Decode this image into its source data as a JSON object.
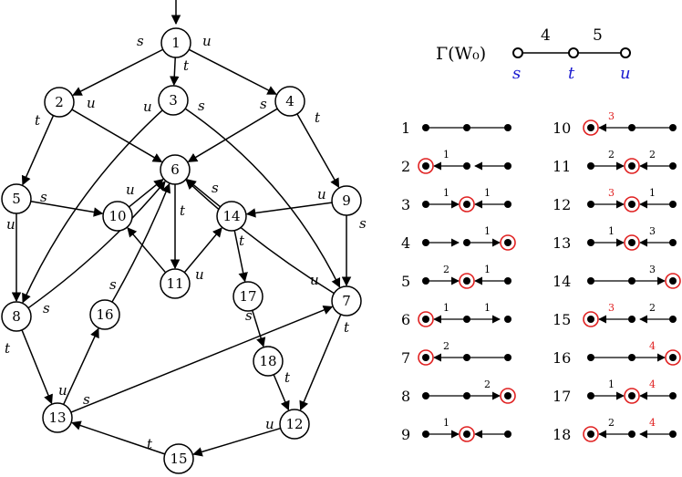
{
  "graph": {
    "nodes": [
      {
        "id": "1",
        "label": "1"
      },
      {
        "id": "2",
        "label": "2"
      },
      {
        "id": "3",
        "label": "3"
      },
      {
        "id": "4",
        "label": "4"
      },
      {
        "id": "5",
        "label": "5"
      },
      {
        "id": "6",
        "label": "6"
      },
      {
        "id": "7",
        "label": "7"
      },
      {
        "id": "8",
        "label": "8"
      },
      {
        "id": "9",
        "label": "9"
      },
      {
        "id": "10",
        "label": "10"
      },
      {
        "id": "11",
        "label": "11"
      },
      {
        "id": "12",
        "label": "12"
      },
      {
        "id": "13",
        "label": "13"
      },
      {
        "id": "14",
        "label": "14"
      },
      {
        "id": "15",
        "label": "15"
      },
      {
        "id": "16",
        "label": "16"
      },
      {
        "id": "17",
        "label": "17"
      },
      {
        "id": "18",
        "label": "18"
      }
    ],
    "edges": [
      {
        "from": "1",
        "to": "2",
        "label": "s"
      },
      {
        "from": "1",
        "to": "3",
        "label": "t"
      },
      {
        "from": "1",
        "to": "4",
        "label": "u"
      },
      {
        "from": "2",
        "to": "5",
        "label": "t"
      },
      {
        "from": "2",
        "to": "6",
        "label": "u"
      },
      {
        "from": "3",
        "to": "8",
        "label": "u"
      },
      {
        "from": "3",
        "to": "7",
        "label": "s"
      },
      {
        "from": "4",
        "to": "6",
        "label": "s"
      },
      {
        "from": "4",
        "to": "9",
        "label": "t"
      },
      {
        "from": "5",
        "to": "10",
        "label": "s"
      },
      {
        "from": "5",
        "to": "8",
        "label": "u"
      },
      {
        "from": "10",
        "to": "6",
        "label": "u"
      },
      {
        "from": "9",
        "to": "14",
        "label": "u"
      },
      {
        "from": "9",
        "to": "7",
        "label": "s"
      },
      {
        "from": "14",
        "to": "6",
        "label": "s"
      },
      {
        "from": "14",
        "to": "17",
        "label": "t"
      },
      {
        "from": "6",
        "to": "11",
        "label": "t"
      },
      {
        "from": "11",
        "to": "10",
        "label": ""
      },
      {
        "from": "11",
        "to": "14",
        "label": "u"
      },
      {
        "from": "16",
        "to": "6",
        "label": "s"
      },
      {
        "from": "8",
        "to": "6",
        "label": "s"
      },
      {
        "from": "8",
        "to": "13",
        "label": "t"
      },
      {
        "from": "13",
        "to": "16",
        "label": "u"
      },
      {
        "from": "13",
        "to": "7",
        "label": "s"
      },
      {
        "from": "7",
        "to": "6",
        "label": "u"
      },
      {
        "from": "7",
        "to": "12",
        "label": "t"
      },
      {
        "from": "17",
        "to": "18",
        "label": "s"
      },
      {
        "from": "18",
        "to": "12",
        "label": "t"
      },
      {
        "from": "12",
        "to": "15",
        "label": "u"
      },
      {
        "from": "15",
        "to": "13",
        "label": "t"
      }
    ]
  },
  "coxeter": {
    "title": "Γ(W₀)",
    "edge_labels": [
      "4",
      "5"
    ],
    "vertices": [
      "s",
      "t",
      "u"
    ]
  },
  "rows": [
    {
      "n": "1",
      "l1": "",
      "l1red": false,
      "l2": "",
      "l2red": false
    },
    {
      "n": "2",
      "l1": "1",
      "l1red": false,
      "l2": "",
      "l2red": false
    },
    {
      "n": "3",
      "l1": "1",
      "l1red": false,
      "l2": "1",
      "l2red": false
    },
    {
      "n": "4",
      "l1": "",
      "l1red": false,
      "l2": "1",
      "l2red": false
    },
    {
      "n": "5",
      "l1": "2",
      "l1red": false,
      "l2": "1",
      "l2red": false
    },
    {
      "n": "6",
      "l1": "1",
      "l1red": false,
      "l2": "1",
      "l2red": false
    },
    {
      "n": "7",
      "l1": "2",
      "l1red": false,
      "l2": "",
      "l2red": false
    },
    {
      "n": "8",
      "l1": "",
      "l1red": false,
      "l2": "2",
      "l2red": false
    },
    {
      "n": "9",
      "l1": "1",
      "l1red": false,
      "l2": "",
      "l2red": false
    },
    {
      "n": "10",
      "l1": "3",
      "l1red": true,
      "l2": "",
      "l2red": false
    },
    {
      "n": "11",
      "l1": "2",
      "l1red": false,
      "l2": "2",
      "l2red": false
    },
    {
      "n": "12",
      "l1": "3",
      "l1red": true,
      "l2": "1",
      "l2red": false
    },
    {
      "n": "13",
      "l1": "1",
      "l1red": false,
      "l2": "3",
      "l2red": false
    },
    {
      "n": "14",
      "l1": "",
      "l1red": false,
      "l2": "3",
      "l2red": false
    },
    {
      "n": "15",
      "l1": "3",
      "l1red": true,
      "l2": "2",
      "l2red": false
    },
    {
      "n": "16",
      "l1": "",
      "l1red": false,
      "l2": "4",
      "l2red": true
    },
    {
      "n": "17",
      "l1": "1",
      "l1red": false,
      "l2": "4",
      "l2red": true
    },
    {
      "n": "18",
      "l1": "2",
      "l1red": false,
      "l2": "4",
      "l2red": true
    }
  ]
}
